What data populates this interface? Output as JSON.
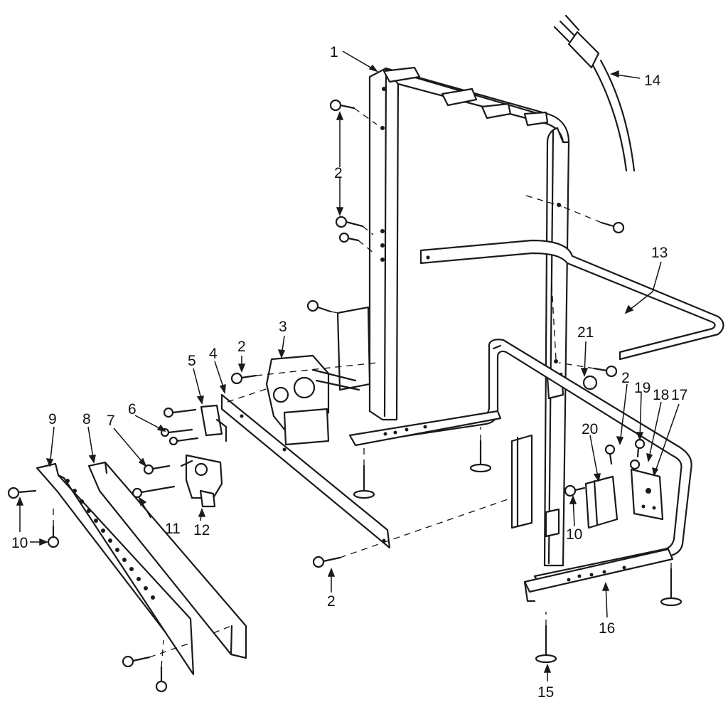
{
  "callouts": [
    {
      "id": "c1",
      "label": "1"
    },
    {
      "id": "c2a",
      "label": "2"
    },
    {
      "id": "c2b",
      "label": "2"
    },
    {
      "id": "c2c",
      "label": "2"
    },
    {
      "id": "c2d",
      "label": "2"
    },
    {
      "id": "c3",
      "label": "3"
    },
    {
      "id": "c4",
      "label": "4"
    },
    {
      "id": "c5",
      "label": "5"
    },
    {
      "id": "c6",
      "label": "6"
    },
    {
      "id": "c7",
      "label": "7"
    },
    {
      "id": "c8",
      "label": "8"
    },
    {
      "id": "c9",
      "label": "9"
    },
    {
      "id": "c10a",
      "label": "10"
    },
    {
      "id": "c10b",
      "label": "10"
    },
    {
      "id": "c11",
      "label": "11"
    },
    {
      "id": "c12",
      "label": "12"
    },
    {
      "id": "c13",
      "label": "13"
    },
    {
      "id": "c14",
      "label": "14"
    },
    {
      "id": "c15",
      "label": "15"
    },
    {
      "id": "c16",
      "label": "16"
    },
    {
      "id": "c17",
      "label": "17"
    },
    {
      "id": "c18",
      "label": "18"
    },
    {
      "id": "c19",
      "label": "19"
    },
    {
      "id": "c20",
      "label": "20"
    },
    {
      "id": "c21",
      "label": "21"
    }
  ]
}
